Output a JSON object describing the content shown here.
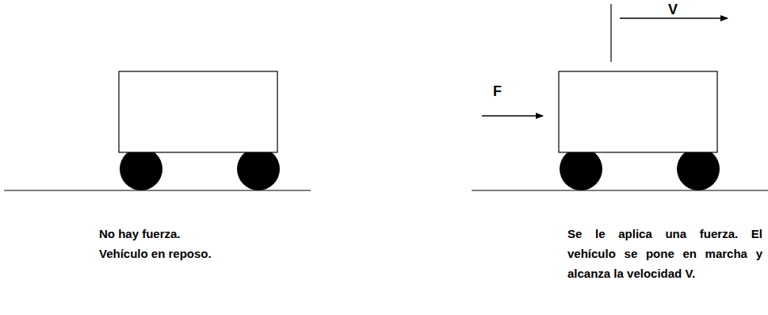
{
  "diagram": {
    "labels": [
      "F",
      "V",
      "No hay fuerza.",
      "Vehículo en reposo.",
      "Se le aplica una fuerza. El vehículo se pone en marcha y alcanza la velocidad V."
    ]
  }
}
